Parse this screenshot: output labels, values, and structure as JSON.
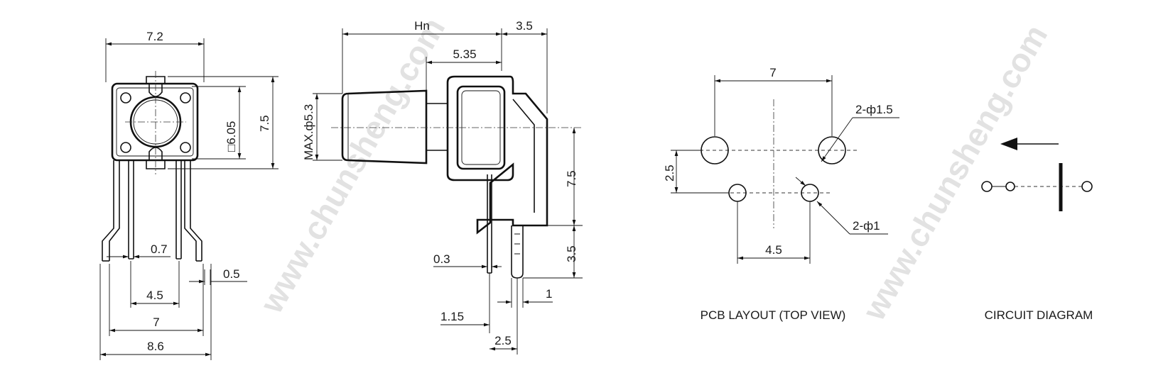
{
  "watermark": {
    "text_1": "www.chunsheng.com",
    "text_2": "www.chunsheng.com"
  },
  "front_view": {
    "width_top": "7.2",
    "square_label": "□6.05",
    "height": "7.5",
    "pin_width": "0.7",
    "pin_thickness": "0.5",
    "inner_pitch": "4.5",
    "outer_pitch": "7",
    "overall_width": "8.6"
  },
  "side_view": {
    "overall_length": "Hn",
    "body_depth": "3.5",
    "stem_offset": "5.35",
    "actuator_diameter": "MAX.ф5.3",
    "height_to_center": "7.5",
    "pin_height": "3.5",
    "pin_thickness": "0.3",
    "pin_width": "1",
    "pin_offset": "1.15",
    "pin_spacing": "2.5"
  },
  "pcb_layout": {
    "caption": "PCB LAYOUT (TOP VIEW)",
    "large_hole_pitch": "7",
    "row_spacing": "2.5",
    "small_hole_pitch": "4.5",
    "large_hole_label": "2-ф1.5",
    "small_hole_label": "2-ф1"
  },
  "circuit_diagram": {
    "caption": "CIRCUIT DIAGRAM"
  },
  "colors": {
    "ink": "#111111",
    "watermark": "#d9d9d9",
    "background": "#ffffff"
  }
}
